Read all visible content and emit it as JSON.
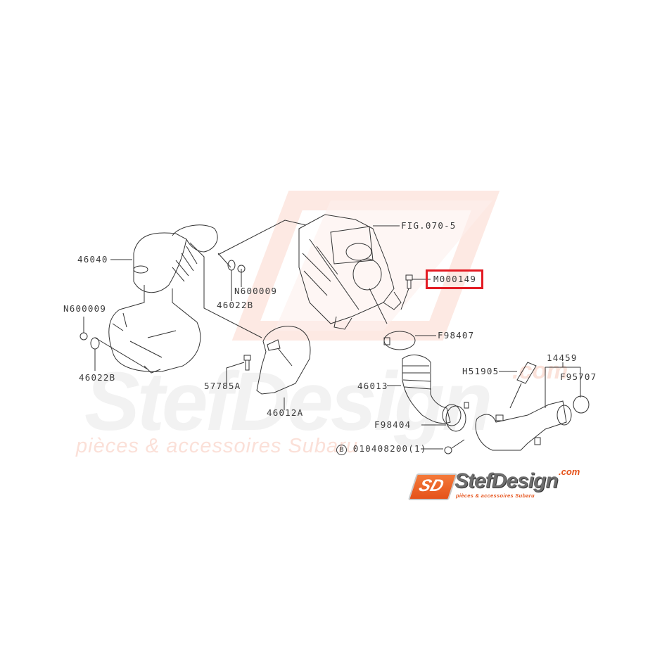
{
  "diagram": {
    "type": "exploded parts diagram",
    "subject": "Air intake system (air cleaner, ducts, resonator, hoses, clamps)",
    "highlight_color": "#e31b23",
    "highlighted_part": "M000149"
  },
  "labels": {
    "p46040": "46040",
    "n600009_top": "N600009",
    "p46022b_top": "46022B",
    "n600009_left": "N600009",
    "p46022b_left": "46022B",
    "p57785a": "57785A",
    "p46012a": "46012A",
    "fig070": "FIG.070-5",
    "m000149": "M000149",
    "f98407": "F98407",
    "p46013": "46013",
    "h51905": "H51905",
    "p14459": "14459",
    "f95707": "F95707",
    "f98404": "F98404",
    "bolt_circle": "B",
    "bolt": "010408200(1)"
  },
  "watermark": {
    "big_text": "StefDesign",
    "sub_text": "pièces & accessoires Subaru",
    "com_text": ".com",
    "color": "#f2f2f2",
    "accent_color": "#fbe0d8"
  },
  "logo": {
    "badge": "SD",
    "name": "StefDesign",
    "domain": ".com",
    "tagline": "pièces & accessoires Subaru",
    "badge_color": "#e5521a",
    "name_color": "#6e6e6e"
  }
}
